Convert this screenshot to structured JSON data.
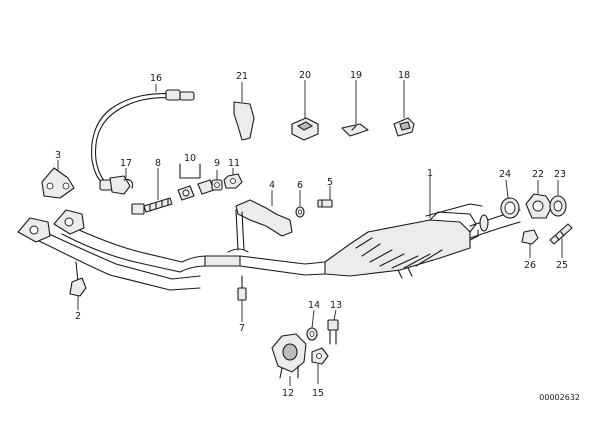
{
  "diagram_ref": "00002632",
  "callouts": {
    "n1": "1",
    "n2": "2",
    "n3": "3",
    "n4": "4",
    "n5": "5",
    "n6": "6",
    "n7": "7",
    "n8": "8",
    "n9": "9",
    "n10": "10",
    "n11": "11",
    "n12": "12",
    "n13": "13",
    "n14": "14",
    "n15": "15",
    "n16": "16",
    "n17": "17",
    "n18": "18",
    "n19": "19",
    "n20": "20",
    "n21": "21",
    "n22": "22",
    "n23": "23",
    "n24": "24",
    "n25": "25",
    "n26": "26"
  },
  "colors": {
    "ink": "#1a1a1a",
    "paper": "#ffffff",
    "fill_light": "#ececec",
    "fill_dark": "#bcbcbc"
  }
}
